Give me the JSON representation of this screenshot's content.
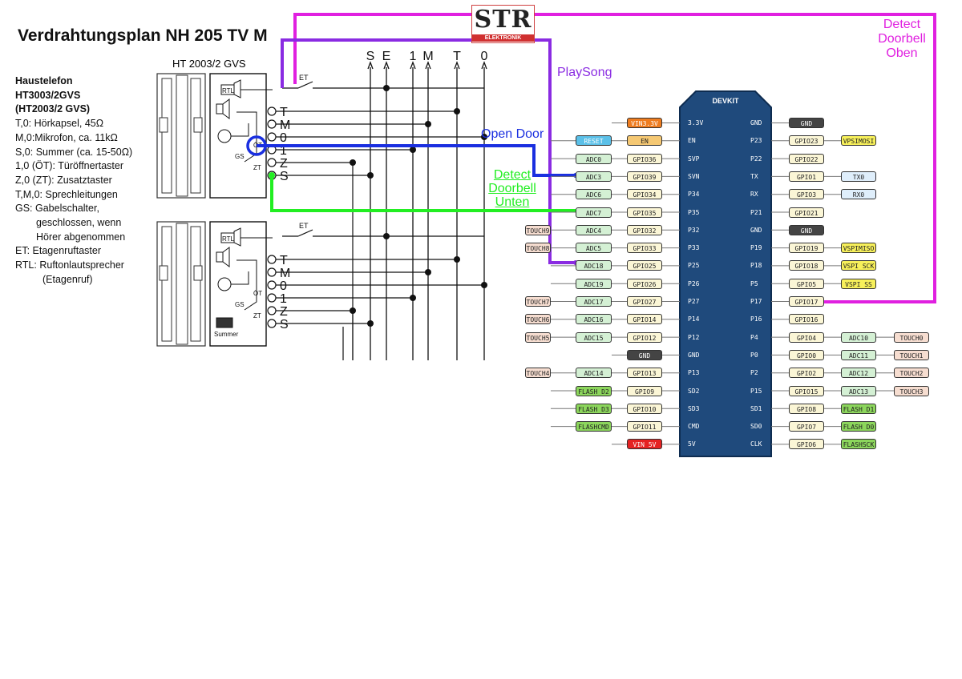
{
  "title": "Verdrahtungsplan NH 205 TV M",
  "logo": {
    "text": "STR",
    "sub": "ELEKTRONIK"
  },
  "intercom_title": "HT 2003/2 GVS",
  "legend": {
    "heading1": "Haustelefon",
    "heading2": "HT3003/2GVS",
    "heading3": "(HT2003/2 GVS)",
    "lines": [
      {
        "text": "T,0: Hörkapsel, 45Ω",
        "cls": ""
      },
      {
        "text": "M,0:Mikrofon, ca. 11kΩ",
        "cls": ""
      },
      {
        "text": "S,0: Summer (ca. 15-50Ω)",
        "cls": ""
      },
      {
        "text": "1,0 (ÖT): Türöffnertaster",
        "cls": ""
      },
      {
        "text": "Z,0 (ZT): Zusatztaster",
        "cls": ""
      },
      {
        "text": "T,M,0: Sprechleitungen",
        "cls": ""
      },
      {
        "text": "GS: Gabelschalter,",
        "cls": ""
      },
      {
        "text": "geschlossen, wenn",
        "cls": "ind"
      },
      {
        "text": "Hörer abgenommen",
        "cls": "ind"
      },
      {
        "text": "ET:  Etagenruftaster",
        "cls": ""
      },
      {
        "text": "RTL: Ruftonlautsprecher",
        "cls": ""
      },
      {
        "text": "(Etagenruf)",
        "cls": "ind2"
      }
    ]
  },
  "bus_labels": [
    "S",
    "E",
    "1",
    "M",
    "T",
    "0"
  ],
  "terminals": [
    "T",
    "M",
    "0",
    "1",
    "Z",
    "S"
  ],
  "unit_labels": {
    "rtl": "RTL",
    "gs": "GS",
    "zt": "ZT",
    "ot": "ÖT",
    "et": "ET",
    "summer": "Summer"
  },
  "annotations": {
    "playsong": "PlaySong",
    "open_door": "Open Door",
    "detect_unten": [
      "Detect",
      "Doorbell",
      "Unten"
    ],
    "detect_oben": [
      "Detect",
      "Doorbell",
      "Oben"
    ]
  },
  "devkit": {
    "title": "DEVKIT",
    "left_labels": [
      "3.3V",
      "EN",
      "SVP",
      "SVN",
      "P34",
      "P35",
      "P32",
      "P33",
      "P25",
      "P26",
      "P27",
      "P14",
      "P12",
      "GND",
      "P13",
      "SD2",
      "SD3",
      "CMD",
      "5V"
    ],
    "right_labels": [
      "GND",
      "P23",
      "P22",
      "TX",
      "RX",
      "P21",
      "GND",
      "P19",
      "P18",
      "P5",
      "P17",
      "P16",
      "P4",
      "P0",
      "P2",
      "P15",
      "SD1",
      "SD0",
      "CLK"
    ]
  },
  "left_pins": [
    {
      "row": 0,
      "col": 3,
      "text": "VIN3.3V",
      "color": "#ee7c1f",
      "fg": "#fff"
    },
    {
      "row": 1,
      "col": 2,
      "text": "RESET",
      "color": "#5bc0e8",
      "fg": "#fff"
    },
    {
      "row": 1,
      "col": 3,
      "text": "EN",
      "color": "#f5c873",
      "fg": "#222"
    },
    {
      "row": 2,
      "col": 2,
      "text": "ADC0",
      "color": "#d4f0d4",
      "fg": "#222"
    },
    {
      "row": 2,
      "col": 3,
      "text": "GPIO36",
      "color": "#fbf6d6",
      "fg": "#222"
    },
    {
      "row": 3,
      "col": 2,
      "text": "ADC3",
      "color": "#d4f0d4",
      "fg": "#222"
    },
    {
      "row": 3,
      "col": 3,
      "text": "GPIO39",
      "color": "#fbf6d6",
      "fg": "#222"
    },
    {
      "row": 4,
      "col": 2,
      "text": "ADC6",
      "color": "#d4f0d4",
      "fg": "#222"
    },
    {
      "row": 4,
      "col": 3,
      "text": "GPIO34",
      "color": "#fbf6d6",
      "fg": "#222"
    },
    {
      "row": 5,
      "col": 2,
      "text": "ADC7",
      "color": "#d4f0d4",
      "fg": "#222"
    },
    {
      "row": 5,
      "col": 3,
      "text": "GPIO35",
      "color": "#fbf6d6",
      "fg": "#222"
    },
    {
      "row": 6,
      "col": 1,
      "text": "TOUCH9",
      "color": "#f6ddd0",
      "fg": "#222"
    },
    {
      "row": 6,
      "col": 2,
      "text": "ADC4",
      "color": "#d4f0d4",
      "fg": "#222"
    },
    {
      "row": 6,
      "col": 3,
      "text": "GPIO32",
      "color": "#fbf6d6",
      "fg": "#222"
    },
    {
      "row": 7,
      "col": 1,
      "text": "TOUCH8",
      "color": "#f6ddd0",
      "fg": "#222"
    },
    {
      "row": 7,
      "col": 2,
      "text": "ADC5",
      "color": "#d4f0d4",
      "fg": "#222"
    },
    {
      "row": 7,
      "col": 3,
      "text": "GPIO33",
      "color": "#fbf6d6",
      "fg": "#222"
    },
    {
      "row": 8,
      "col": 2,
      "text": "ADC18",
      "color": "#d4f0d4",
      "fg": "#222"
    },
    {
      "row": 8,
      "col": 3,
      "text": "GPIO25",
      "color": "#fbf6d6",
      "fg": "#222"
    },
    {
      "row": 9,
      "col": 2,
      "text": "ADC19",
      "color": "#d4f0d4",
      "fg": "#222"
    },
    {
      "row": 9,
      "col": 3,
      "text": "GPIO26",
      "color": "#fbf6d6",
      "fg": "#222"
    },
    {
      "row": 10,
      "col": 1,
      "text": "TOUCH7",
      "color": "#f6ddd0",
      "fg": "#222"
    },
    {
      "row": 10,
      "col": 2,
      "text": "ADC17",
      "color": "#d4f0d4",
      "fg": "#222"
    },
    {
      "row": 10,
      "col": 3,
      "text": "GPIO27",
      "color": "#fbf6d6",
      "fg": "#222"
    },
    {
      "row": 11,
      "col": 1,
      "text": "TOUCH6",
      "color": "#f6ddd0",
      "fg": "#222"
    },
    {
      "row": 11,
      "col": 2,
      "text": "ADC16",
      "color": "#d4f0d4",
      "fg": "#222"
    },
    {
      "row": 11,
      "col": 3,
      "text": "GPIO14",
      "color": "#fbf6d6",
      "fg": "#222"
    },
    {
      "row": 12,
      "col": 1,
      "text": "TOUCH5",
      "color": "#f6ddd0",
      "fg": "#222"
    },
    {
      "row": 12,
      "col": 2,
      "text": "ADC15",
      "color": "#d4f0d4",
      "fg": "#222"
    },
    {
      "row": 12,
      "col": 3,
      "text": "GPIO12",
      "color": "#fbf6d6",
      "fg": "#222"
    },
    {
      "row": 13,
      "col": 3,
      "text": "GND",
      "color": "#444444",
      "fg": "#fff"
    },
    {
      "row": 14,
      "col": 1,
      "text": "TOUCH4",
      "color": "#f6ddd0",
      "fg": "#222"
    },
    {
      "row": 14,
      "col": 2,
      "text": "ADC14",
      "color": "#d4f0d4",
      "fg": "#222"
    },
    {
      "row": 14,
      "col": 3,
      "text": "GPIO13",
      "color": "#fbf6d6",
      "fg": "#222"
    },
    {
      "row": 15,
      "col": 2,
      "text": "FLASH D2",
      "color": "#8cd65c",
      "fg": "#222"
    },
    {
      "row": 15,
      "col": 3,
      "text": "GPIO9",
      "color": "#fbf6d6",
      "fg": "#222"
    },
    {
      "row": 16,
      "col": 2,
      "text": "FLASH D3",
      "color": "#8cd65c",
      "fg": "#222"
    },
    {
      "row": 16,
      "col": 3,
      "text": "GPIO10",
      "color": "#fbf6d6",
      "fg": "#222"
    },
    {
      "row": 17,
      "col": 2,
      "text": "FLASHCMD",
      "color": "#8cd65c",
      "fg": "#222"
    },
    {
      "row": 17,
      "col": 3,
      "text": "GPIO11",
      "color": "#fbf6d6",
      "fg": "#222"
    },
    {
      "row": 18,
      "col": 3,
      "text": "VIN 5V",
      "color": "#e52222",
      "fg": "#fff"
    }
  ],
  "right_pins": [
    {
      "row": 0,
      "col": 0,
      "text": "GND",
      "color": "#444444",
      "fg": "#fff"
    },
    {
      "row": 1,
      "col": 0,
      "text": "GPIO23",
      "color": "#fbf6d6",
      "fg": "#222"
    },
    {
      "row": 1,
      "col": 1,
      "text": "VPSIMOSI",
      "color": "#f7f05a",
      "fg": "#222"
    },
    {
      "row": 2,
      "col": 0,
      "text": "GPIO22",
      "color": "#fbf6d6",
      "fg": "#222"
    },
    {
      "row": 3,
      "col": 0,
      "text": "GPIO1",
      "color": "#fbf6d6",
      "fg": "#222"
    },
    {
      "row": 3,
      "col": 1,
      "text": "TX0",
      "color": "#dfeefb",
      "fg": "#222"
    },
    {
      "row": 4,
      "col": 0,
      "text": "GPIO3",
      "color": "#fbf6d6",
      "fg": "#222"
    },
    {
      "row": 4,
      "col": 1,
      "text": "RX0",
      "color": "#dfeefb",
      "fg": "#222"
    },
    {
      "row": 5,
      "col": 0,
      "text": "GPIO21",
      "color": "#fbf6d6",
      "fg": "#222"
    },
    {
      "row": 6,
      "col": 0,
      "text": "GND",
      "color": "#444444",
      "fg": "#fff"
    },
    {
      "row": 7,
      "col": 0,
      "text": "GPIO19",
      "color": "#fbf6d6",
      "fg": "#222"
    },
    {
      "row": 7,
      "col": 1,
      "text": "VSPIMISO",
      "color": "#f7f05a",
      "fg": "#222"
    },
    {
      "row": 8,
      "col": 0,
      "text": "GPIO18",
      "color": "#fbf6d6",
      "fg": "#222"
    },
    {
      "row": 8,
      "col": 1,
      "text": "VSPI SCK",
      "color": "#f7f05a",
      "fg": "#222"
    },
    {
      "row": 9,
      "col": 0,
      "text": "GPIO5",
      "color": "#fbf6d6",
      "fg": "#222"
    },
    {
      "row": 9,
      "col": 1,
      "text": "VSPI SS",
      "color": "#f7f05a",
      "fg": "#222"
    },
    {
      "row": 10,
      "col": 0,
      "text": "GPIO17",
      "color": "#fbf6d6",
      "fg": "#222"
    },
    {
      "row": 11,
      "col": 0,
      "text": "GPIO16",
      "color": "#fbf6d6",
      "fg": "#222"
    },
    {
      "row": 12,
      "col": 0,
      "text": "GPIO4",
      "color": "#fbf6d6",
      "fg": "#222"
    },
    {
      "row": 12,
      "col": 1,
      "text": "ADC10",
      "color": "#d4f0d4",
      "fg": "#222"
    },
    {
      "row": 12,
      "col": 2,
      "text": "TOUCH0",
      "color": "#f6ddd0",
      "fg": "#222"
    },
    {
      "row": 13,
      "col": 0,
      "text": "GPIO0",
      "color": "#fbf6d6",
      "fg": "#222"
    },
    {
      "row": 13,
      "col": 1,
      "text": "ADC11",
      "color": "#d4f0d4",
      "fg": "#222"
    },
    {
      "row": 13,
      "col": 2,
      "text": "TOUCH1",
      "color": "#f6ddd0",
      "fg": "#222"
    },
    {
      "row": 14,
      "col": 0,
      "text": "GPIO2",
      "color": "#fbf6d6",
      "fg": "#222"
    },
    {
      "row": 14,
      "col": 1,
      "text": "ADC12",
      "color": "#d4f0d4",
      "fg": "#222"
    },
    {
      "row": 14,
      "col": 2,
      "text": "TOUCH2",
      "color": "#f6ddd0",
      "fg": "#222"
    },
    {
      "row": 15,
      "col": 0,
      "text": "GPIO15",
      "color": "#fbf6d6",
      "fg": "#222"
    },
    {
      "row": 15,
      "col": 1,
      "text": "ADC13",
      "color": "#d4f0d4",
      "fg": "#222"
    },
    {
      "row": 15,
      "col": 2,
      "text": "TOUCH3",
      "color": "#f6ddd0",
      "fg": "#222"
    },
    {
      "row": 16,
      "col": 0,
      "text": "GPIO8",
      "color": "#fbf6d6",
      "fg": "#222"
    },
    {
      "row": 16,
      "col": 1,
      "text": "FLASH D1",
      "color": "#8cd65c",
      "fg": "#222"
    },
    {
      "row": 17,
      "col": 0,
      "text": "GPIO7",
      "color": "#fbf6d6",
      "fg": "#222"
    },
    {
      "row": 17,
      "col": 1,
      "text": "FLASH D0",
      "color": "#8cd65c",
      "fg": "#222"
    },
    {
      "row": 18,
      "col": 0,
      "text": "GPIO6",
      "color": "#fbf6d6",
      "fg": "#222"
    },
    {
      "row": 18,
      "col": 1,
      "text": "FLASHSCK",
      "color": "#8cd65c",
      "fg": "#222"
    }
  ],
  "colors": {
    "purple": "#8a2be2",
    "magenta": "#e020e0",
    "blue": "#1a2fe0",
    "green": "#22ee22",
    "board": "#1f4a7c"
  }
}
